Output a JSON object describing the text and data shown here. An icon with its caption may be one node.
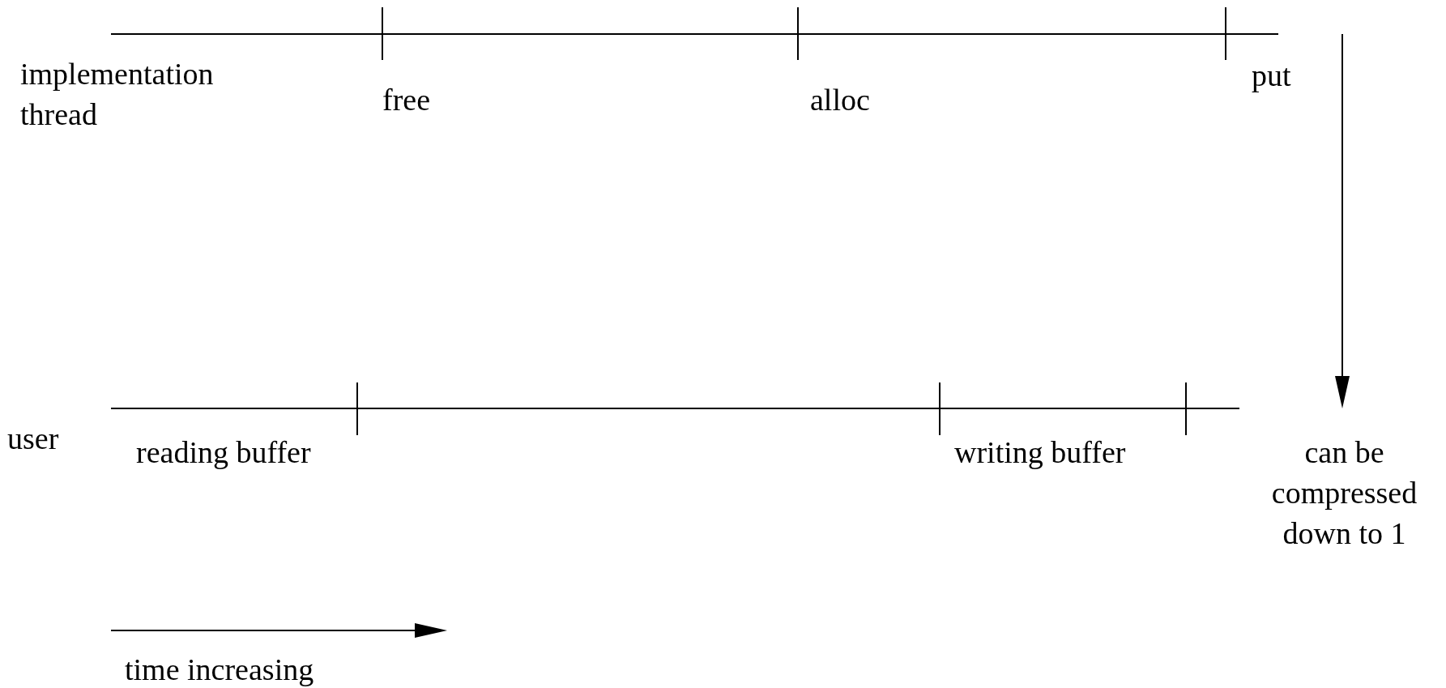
{
  "diagram": {
    "labels": [
      "implementation thread",
      "free",
      "alloc",
      "put",
      "user",
      "reading buffer",
      "writing buffer",
      "can be compressed down to 1",
      "time increasing"
    ]
  }
}
